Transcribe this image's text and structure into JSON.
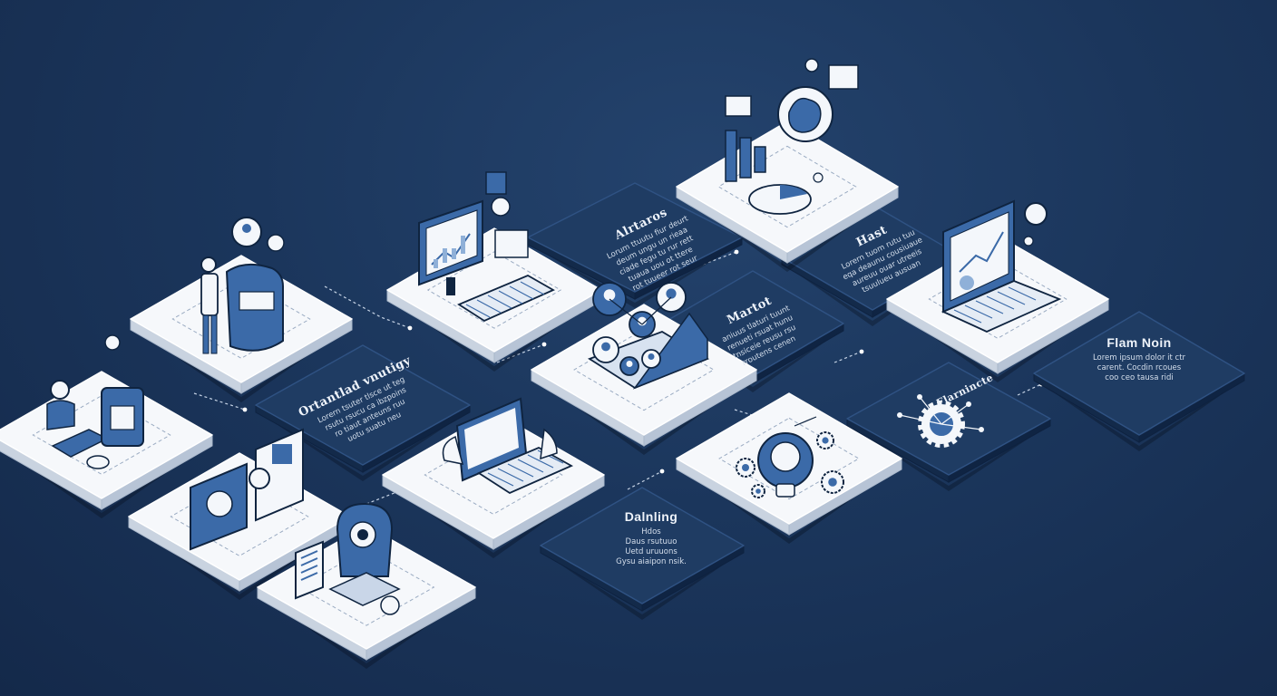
{
  "colors": {
    "background": "#183154",
    "tile_top": "#f6f8fb",
    "tile_side": "#c9d3e0",
    "dark_panel": "#1f3c63",
    "accent": "#3b6aa8",
    "line": "#0f2440"
  },
  "labels": {
    "onboarding": {
      "title": "Ortantlad vnutigy",
      "body": [
        "Lorern tsuter tlsce ut teg",
        "rsutu rsucu ca ibzpoins",
        "ro tiaut anteuns ruu",
        "uotu suatu neu"
      ]
    },
    "analytics": {
      "title": "Alrtaros",
      "body": [
        "Lorum ttuutu fiur deurt",
        "deum ungu un rieaa",
        "ciade fegu tu rur rett",
        "tuaua uou ot ttere",
        "rot tuueer rot seur"
      ]
    },
    "marto": {
      "title": "Martot",
      "body": [
        "aniuus tlaturi tuunt",
        "renueti rsuat hunu",
        "tnsiceie reusu rsu",
        "rroutens cenen"
      ]
    },
    "hast": {
      "title": "Hast",
      "body": [
        "Lorern tuom rutu tuu",
        "eqa deaunu cousiuaue",
        "aureuu ouar utreeis",
        "tsuulueu ausuan"
      ]
    },
    "drafting": {
      "title": "Dalnling",
      "body": [
        "Hdos",
        "Daus rsutuuo",
        "Uetd uruuons",
        "Gysu aiaipon nsik."
      ]
    },
    "flam": {
      "title": "Flam Noin",
      "body": [
        "Lorem ipsum dolor it ctr",
        "carent. Cocdin rcoues",
        "coo ceo tausa ridi"
      ]
    },
    "planning": {
      "title": "Flarnincte"
    }
  },
  "icons": {
    "person_chat": "person-chat-icon",
    "monitor_chart": "monitor-chart-icon",
    "ai_brain": "ai-brain-icon",
    "team_network": "team-network-icon",
    "laptop_ai": "laptop-ai-icon",
    "robot_kiosk": "robot-kiosk-icon",
    "desk_person": "desk-person-icon",
    "dev_screen": "dev-screen-icon",
    "tablet_hands": "tablet-hands-icon",
    "lightbulb_gears": "lightbulb-gears-icon",
    "gear_network": "gear-network-icon",
    "reader_robot": "reader-robot-icon"
  }
}
